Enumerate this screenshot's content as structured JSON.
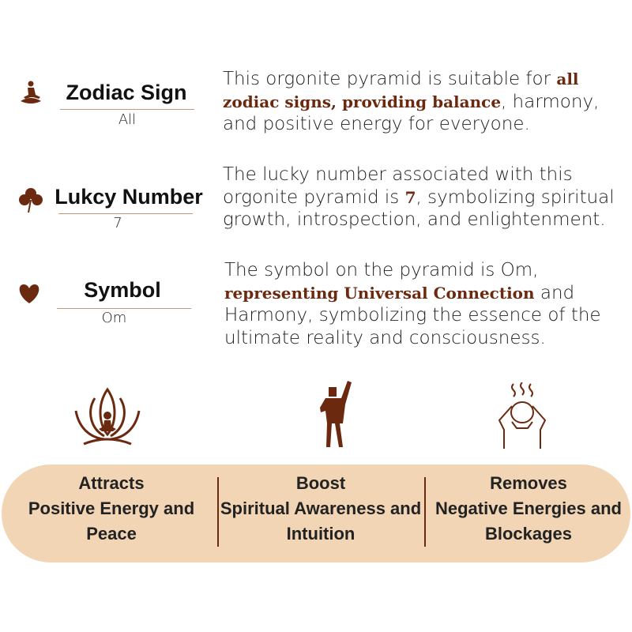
{
  "attributes": [
    {
      "title": "Zodiac Sign",
      "value": "All",
      "icon": "meditation-icon",
      "description": [
        {
          "t": "This orgonite pyramid is suitable for "
        },
        {
          "t": "all zodiac signs, providing balance",
          "b": true
        },
        {
          "t": ", harmony, and positive energy for everyone."
        }
      ]
    },
    {
      "title": "Lukcy Number",
      "value": "7",
      "icon": "clover-icon",
      "description": [
        {
          "t": "The lucky number associated with this orgonite pyramid is "
        },
        {
          "t": "7",
          "b": true
        },
        {
          "t": ", symbolizing spiritual growth, introspection, and enlightenment."
        }
      ]
    },
    {
      "title": "Symbol",
      "value": "Om",
      "icon": "heart-icon",
      "description": [
        {
          "t": "The symbol on the pyramid is Om, "
        },
        {
          "t": "representing Universal Connection",
          "b": true
        },
        {
          "t": " and Harmony, symbolizing the essence of the ultimate reality and consciousness."
        }
      ]
    }
  ],
  "benefits": [
    {
      "heading": "Attracts",
      "text": "Positive Energy and Peace",
      "icon": "lotus-meditation-icon"
    },
    {
      "heading": "Boost",
      "text": "Spiritual Awareness and Intuition",
      "icon": "raised-fist-person-icon"
    },
    {
      "heading": "Removes",
      "text": "Negative Energies and Blockages",
      "icon": "stressed-head-icon"
    }
  ],
  "colors": {
    "brown": "#6b2a10",
    "pill": "#f2d5b5"
  }
}
